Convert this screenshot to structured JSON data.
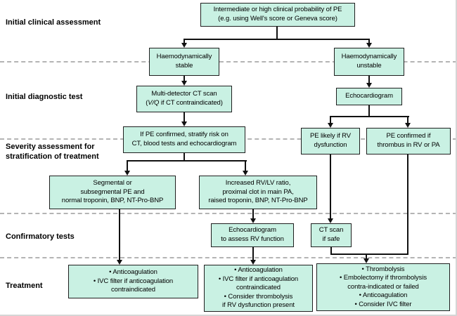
{
  "colors": {
    "box_fill": "#c9f1e3",
    "box_border": "#1f1f1f",
    "connector": "#111111",
    "dashed_line": "#b4b4b4"
  },
  "row_labels": {
    "clinical": "Initial clinical assessment",
    "diagnostic": "Initial diagnostic test",
    "severity": "Severity assessment for stratification of treatment",
    "confirmatory": "Confirmatory tests",
    "treatment": "Treatment"
  },
  "boxes": {
    "top": {
      "lines": [
        "Intermediate or high clinical probability of PE",
        "(e.g. using Well's score or Geneva score)"
      ]
    },
    "stable": {
      "lines": [
        "Haemodynamically",
        "stable"
      ]
    },
    "unstable": {
      "lines": [
        "Haemodynamically",
        "unstable"
      ]
    },
    "ct_scan": {
      "line1": "Multi-detector CT scan",
      "line2_pre": "(",
      "line2_italic": "V/Q",
      "line2_post": " if CT contraindicated)"
    },
    "echo1": {
      "lines": [
        "Echocardiogram"
      ]
    },
    "stratify": {
      "lines": [
        "If PE confirmed, stratify risk on",
        "CT, blood tests and echocardiogram"
      ]
    },
    "pe_likely": {
      "lines": [
        "PE likely if RV",
        "dysfunction"
      ]
    },
    "pe_confirmed": {
      "lines": [
        "PE confirmed if",
        "thrombus in RV or PA"
      ]
    },
    "segmental": {
      "lines": [
        "Segmental or",
        "subsegmental PE and",
        "normal troponin, BNP, NT-Pro-BNP"
      ]
    },
    "increased": {
      "lines": [
        "Increased RV/LV ratio,",
        "proximal clot in main PA,",
        "raised troponin, BNP, NT-Pro-BNP"
      ]
    },
    "echo2": {
      "lines": [
        "Echocardiogram",
        "to assess RV function"
      ]
    },
    "ct_safe": {
      "lines": [
        "CT scan",
        "if safe"
      ]
    },
    "treat_left": {
      "lines": [
        "• Anticoagulation",
        "• IVC filter if anticoagulation",
        "contraindicated"
      ]
    },
    "treat_mid": {
      "lines": [
        "• Anticoagulation",
        "• IVC filter if anticoagulation",
        "contraindicated",
        "• Consider thrombolysis",
        "if RV dysfunction present"
      ]
    },
    "treat_right": {
      "lines": [
        "• Thrombolysis",
        "• Embolectomy if thrombolysis",
        "contra-indicated or failed",
        "• Anticoagulation",
        "• Consider IVC filter"
      ]
    }
  }
}
